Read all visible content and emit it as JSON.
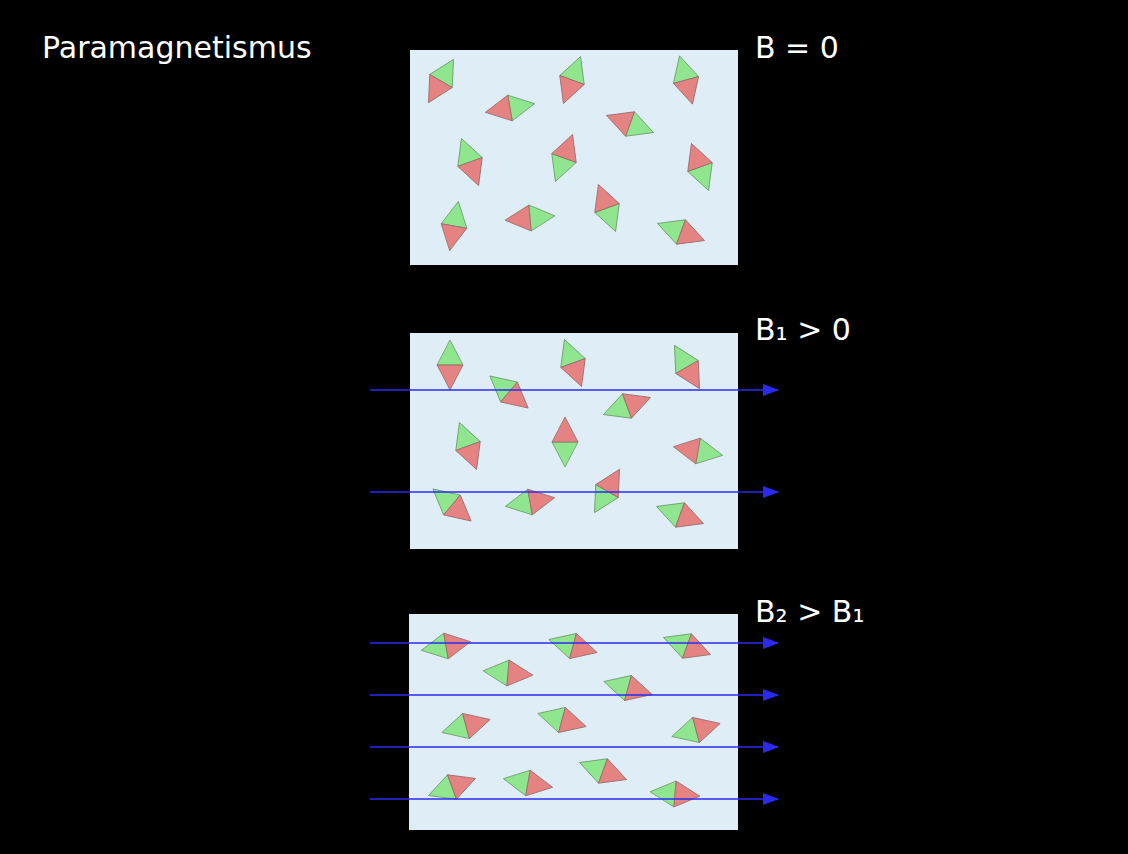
{
  "diagram": {
    "title": "Paramagnetismus",
    "labels": [
      "B = 0",
      "B₁ > 0",
      "B₂ > B₁"
    ]
  }
}
